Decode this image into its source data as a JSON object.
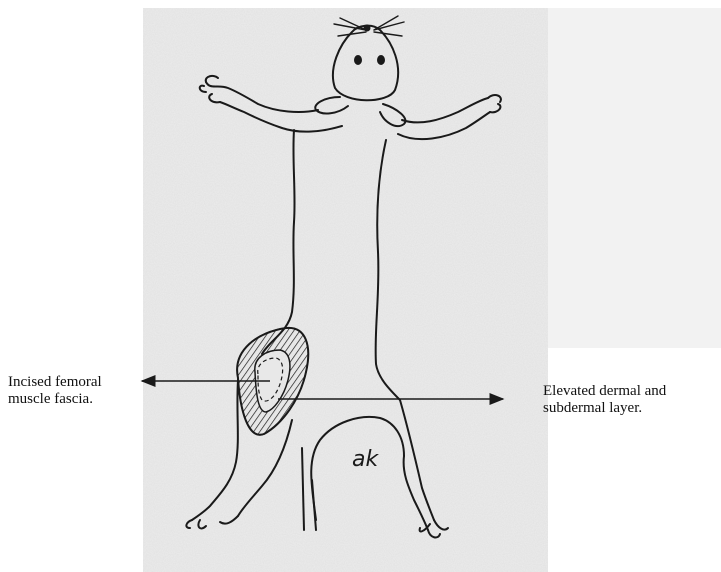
{
  "figure": {
    "left_label": {
      "line1": "Incised femoral",
      "line2": "muscle fascia."
    },
    "right_label": {
      "line1": "Elevated dermal and",
      "line2": "subdermal layer."
    },
    "initials": "ak"
  },
  "colors": {
    "stipple_background": "#dcdcdc",
    "ink": "#1a1a1a",
    "label_text": "#111111"
  }
}
